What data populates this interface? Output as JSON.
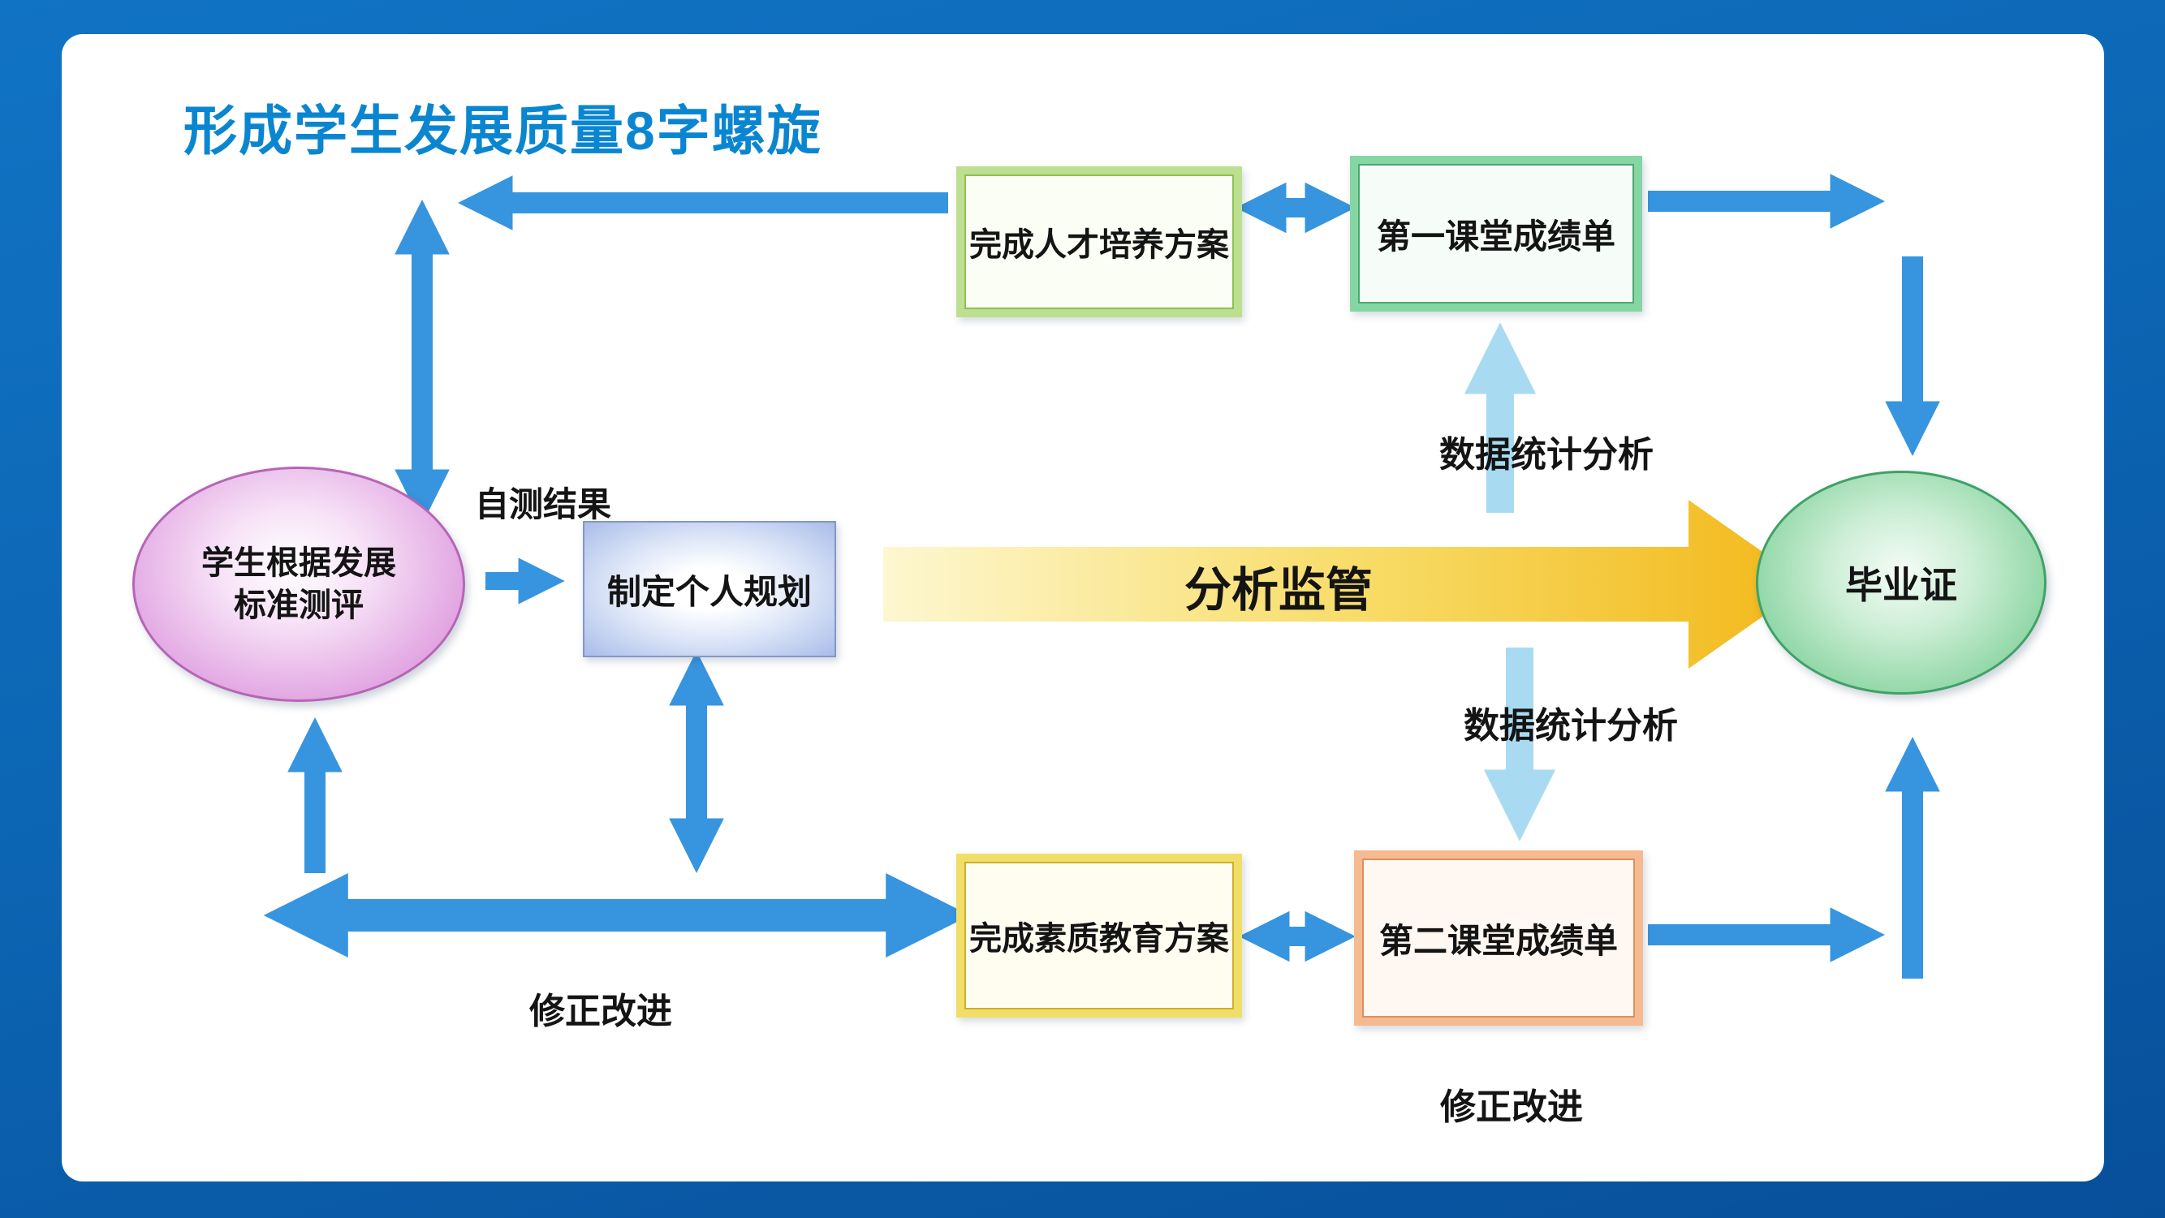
{
  "title": {
    "text": "形成学生发展质量8字螺旋"
  },
  "nodes": {
    "student_assess": {
      "line1": "学生根据发展",
      "line2_normal": "标准",
      "line2_bold": "测评"
    },
    "personal_plan": {
      "label": "制定个人规划"
    },
    "talent_plan": {
      "label": "完成人才培养方案"
    },
    "first_class_report": {
      "label": "第一课堂成绩单"
    },
    "quality_edu_plan": {
      "label": "完成素质教育方案"
    },
    "second_class_report": {
      "label": "第二课堂成绩单"
    },
    "diploma": {
      "label": "毕业证"
    }
  },
  "labels": {
    "self_test_result": "自测结果",
    "analysis_supervision": "分析监管",
    "data_stat_top": "数据统计分析",
    "data_stat_bottom": "数据统计分析",
    "revise_improve_left": "修正改进",
    "revise_improve_right": "修正改进"
  },
  "colors": {
    "background_blue": "#0b62b0",
    "title_blue": "#0a86d0",
    "arrow_blue": "#3794df",
    "arrow_cyan": "#a8dbf2",
    "arrow_yellow_start": "#fdf7d0",
    "arrow_yellow_end": "#f2b81a",
    "frame_green_light": "#bcdf90",
    "frame_green": "#86d6a4",
    "frame_yellow": "#f0de68",
    "frame_salmon": "#f6ba90",
    "ellipse_purple": "#cf84cf",
    "ellipse_green": "#63bf82"
  }
}
